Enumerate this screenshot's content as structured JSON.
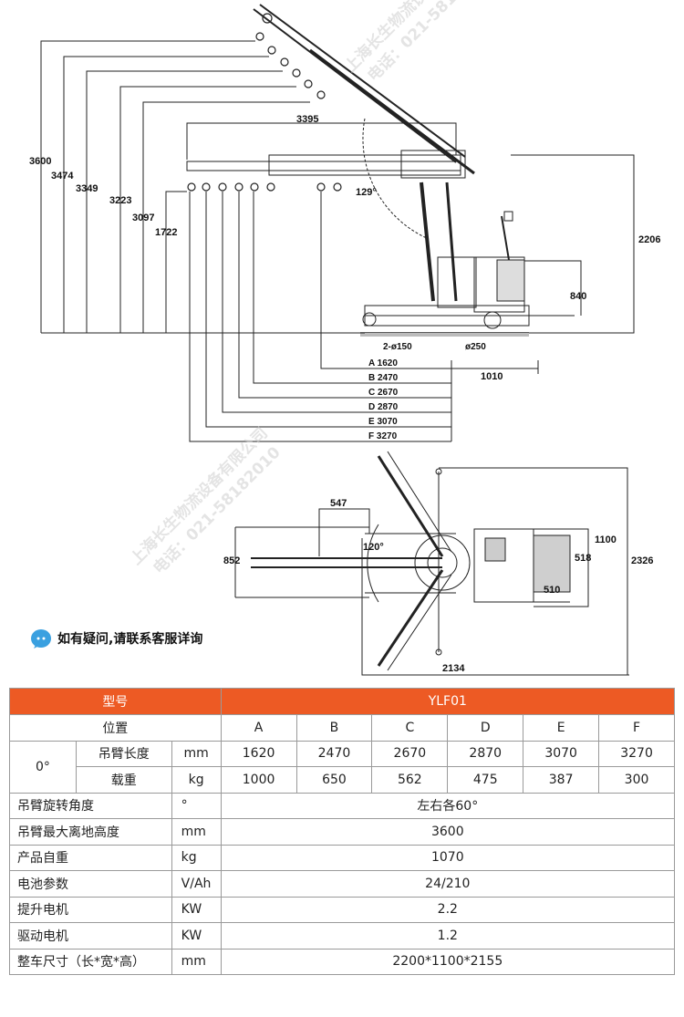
{
  "drawing": {
    "side_heights": [
      "3600",
      "3474",
      "3349",
      "3223",
      "3097",
      "1722"
    ],
    "top_width": "3395",
    "angle_side": "129°",
    "height_right": "2206",
    "height_body": "840",
    "wheel_front": "2-ø150",
    "wheel_drive": "ø250",
    "reach_body": "1010",
    "reach_labels": [
      "A 1620",
      "B 2470",
      "C 2670",
      "D 2870",
      "E 3070",
      "F 3270"
    ],
    "plan_547": "547",
    "plan_852": "852",
    "plan_angle": "120°",
    "plan_1100": "1100",
    "plan_518": "518",
    "plan_510": "510",
    "plan_2326": "2326",
    "plan_2134": "2134"
  },
  "watermark": {
    "company": "上海长生物流设备有限公司",
    "phone": "电话：021-58182010"
  },
  "tip": {
    "text": "如有疑问,请联系客服详询",
    "icon": "speech-bubble-question-icon"
  },
  "table": {
    "header_label": "型号",
    "header_model": "YLF01",
    "position_label": "位置",
    "positions": [
      "A",
      "B",
      "C",
      "D",
      "E",
      "F"
    ],
    "angle_label": "0°",
    "boom_length_label": "吊臂长度",
    "boom_length_unit": "mm",
    "boom_lengths": [
      "1620",
      "2470",
      "2670",
      "2870",
      "3070",
      "3270"
    ],
    "load_label": "载重",
    "load_unit": "kg",
    "loads": [
      "1000",
      "650",
      "562",
      "475",
      "387",
      "300"
    ],
    "rows": [
      {
        "label": "吊臂旋转角度",
        "unit": "°",
        "value": "左右各60°"
      },
      {
        "label": "吊臂最大离地高度",
        "unit": "mm",
        "value": "3600"
      },
      {
        "label": "产品自重",
        "unit": "kg",
        "value": "1070"
      },
      {
        "label": "电池参数",
        "unit": "V/Ah",
        "value": "24/210"
      },
      {
        "label": "提升电机",
        "unit": "KW",
        "value": "2.2"
      },
      {
        "label": "驱动电机",
        "unit": "KW",
        "value": "1.2"
      },
      {
        "label": "整车尺寸（长*宽*高）",
        "unit": "mm",
        "value": "2200*1100*2155"
      }
    ],
    "colors": {
      "header_bg": "#ed5a24",
      "header_text": "#ffffff",
      "border": "#9a9a9a"
    }
  }
}
